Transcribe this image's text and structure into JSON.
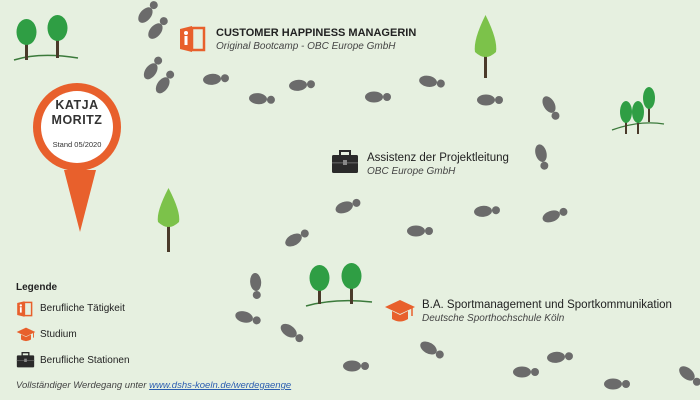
{
  "profile": {
    "first_name": "KATJA",
    "last_name": "MORITZ",
    "date": "Stand 05/2020"
  },
  "entries": [
    {
      "title": "CUSTOMER HAPPINESS MANAGERIN",
      "subtitle": "Original Bootcamp - OBC Europe GmbH",
      "icon": "job-icon"
    },
    {
      "title": "Assistenz der Projektleitung",
      "subtitle": "OBC Europe GmbH",
      "icon": "briefcase-icon"
    },
    {
      "title": "B.A. Sportmanagement und Sportkommunikation",
      "subtitle": "Deutsche Sporthochschule Köln",
      "icon": "graduation-cap-icon"
    }
  ],
  "legend": {
    "title": "Legende",
    "items": [
      {
        "label": "Berufliche Tätigkeit",
        "icon": "job-icon"
      },
      {
        "label": "Studium",
        "icon": "graduation-cap-icon"
      },
      {
        "label": "Berufliche Stationen",
        "icon": "briefcase-icon"
      }
    ]
  },
  "footer": {
    "text": "Vollständiger Werdegang unter ",
    "link": "www.dshs-koeln.de/werdegaenge"
  },
  "colors": {
    "background": "#e6f0e0",
    "accent": "#e8602c",
    "footprint": "#6b6b6b",
    "tree_green": "#2f9e44",
    "tree_light": "#7cc24a",
    "trunk": "#4a3a2a",
    "dark_icon": "#2a2a2a"
  }
}
